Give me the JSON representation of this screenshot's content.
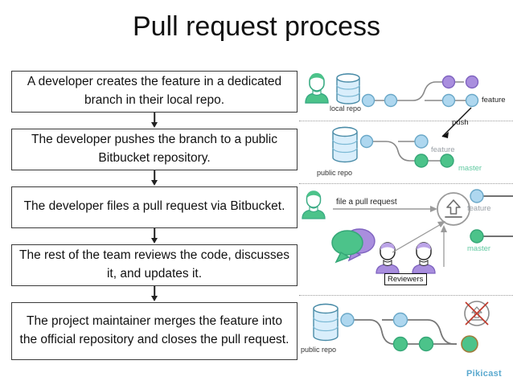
{
  "slide": {
    "title": "Pull request process",
    "watermark": "Pikicast",
    "accent_colors": {
      "feature_node": "#aed7ef",
      "branch_node": "#a98ede",
      "master_node": "#4cc38a",
      "person_green": "#4cc38a",
      "person_purple": "#a98ede",
      "repo_cylinder": "#cfe8f6",
      "box_border": "#3a3a3a",
      "divider": "#9a9a9a",
      "close_x": "#c0392b",
      "watermark": "#5aa9cf"
    }
  },
  "flow": {
    "steps": [
      {
        "id": "step-1",
        "text": "A developer creates the feature in a dedicated branch in their local repo."
      },
      {
        "id": "step-2",
        "text": "The developer pushes the branch to a public Bitbucket repository."
      },
      {
        "id": "step-3",
        "text": "The developer files a pull request via Bitbucket."
      },
      {
        "id": "step-4",
        "text": "The rest of the team reviews the code, discusses it, and updates it."
      },
      {
        "id": "step-5",
        "text": "The project maintainer merges the feature into the official repository and closes the pull request."
      }
    ]
  },
  "diagram": {
    "row1": {
      "repo_caption": "local repo",
      "branch_label": "feature",
      "icons": [
        "developer-avatar-icon",
        "repository-cylinder-icon",
        "commit-graph-icon"
      ]
    },
    "transition": {
      "push_label": "push"
    },
    "row2": {
      "repo_caption": "public repo",
      "feature_label": "feature",
      "master_label": "master",
      "icons": [
        "repository-cylinder-icon",
        "commit-graph-icon"
      ]
    },
    "row3": {
      "action_label": "file a pull request",
      "reviewers_label": "Reviewers",
      "feature_label": "feature",
      "master_label": "master",
      "icons": [
        "developer-avatar-icon",
        "pull-request-upload-icon",
        "speech-bubble-icon",
        "reviewer-avatar-icon"
      ]
    },
    "row4": {
      "repo_caption": "public repo",
      "icons": [
        "repository-cylinder-icon",
        "merge-graph-icon",
        "closed-pull-request-icon"
      ]
    }
  }
}
